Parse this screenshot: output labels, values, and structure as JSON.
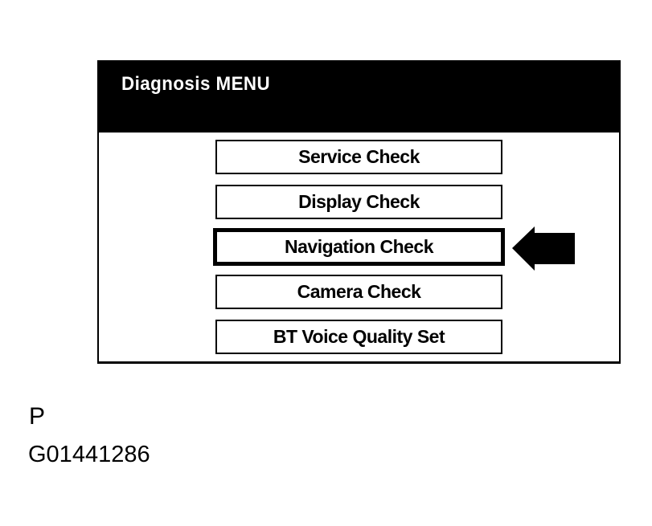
{
  "screen": {
    "header": {
      "title": "Diagnosis MENU"
    },
    "menu_items": [
      {
        "label": "Service Check",
        "selected": false
      },
      {
        "label": "Display Check",
        "selected": false
      },
      {
        "label": "Navigation Check",
        "selected": true
      },
      {
        "label": "Camera Check",
        "selected": false
      },
      {
        "label": "BT Voice Quality Set",
        "selected": false
      }
    ]
  },
  "annotations": {
    "pointer_arrow_icon": "left-arrow",
    "figure_label": "P",
    "figure_id": "G01441286"
  },
  "colors": {
    "background": "#ffffff",
    "header_bg": "#000000",
    "header_text": "#ffffff",
    "button_border": "#000000",
    "button_text": "#000000",
    "arrow_fill": "#000000"
  }
}
